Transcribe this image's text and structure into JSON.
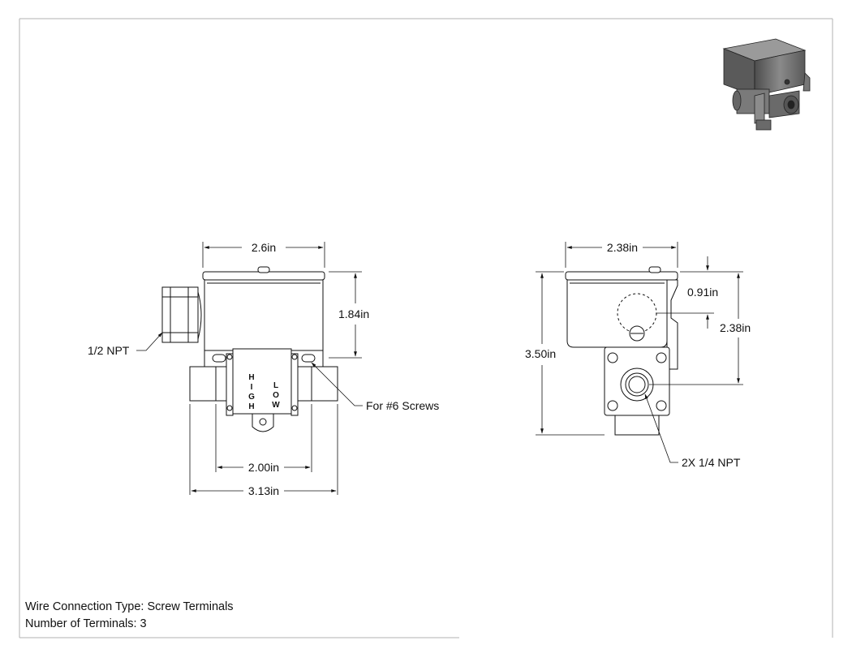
{
  "left_view": {
    "width_top": "2.6in",
    "height_right": "1.84in",
    "width_mid": "2.00in",
    "width_bottom": "3.13in",
    "callout_npt": "1/2 NPT",
    "callout_screws": "For #6 Screws",
    "label_high": [
      "H",
      "I",
      "G",
      "H"
    ],
    "label_low": [
      "L",
      "O",
      "W"
    ]
  },
  "right_view": {
    "width_top": "2.38in",
    "height_left": "3.50in",
    "offset_right": "0.91in",
    "height_right": "2.38in",
    "callout_ports": "2X 1/4 NPT"
  },
  "specs": {
    "wire_connection": "Wire Connection Type: Screw Terminals",
    "terminals": "Number of Terminals: 3"
  },
  "colors": {
    "line": "#111111",
    "frame": "#b0b0b0",
    "thumb_body": "#6e6e6e"
  }
}
